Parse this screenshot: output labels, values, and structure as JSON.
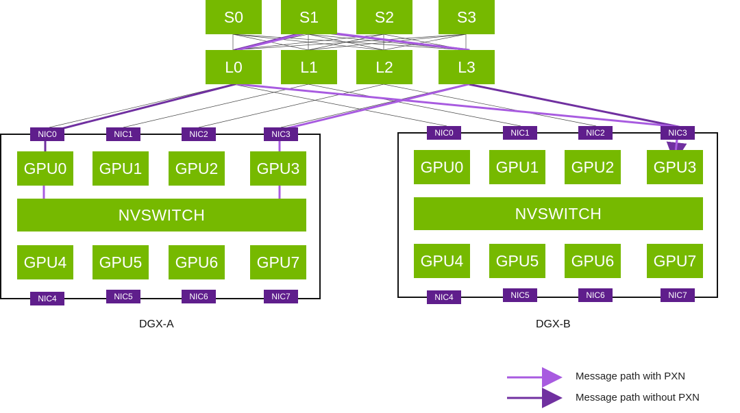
{
  "spines": [
    "S0",
    "S1",
    "S2",
    "S3"
  ],
  "leaves": [
    "L0",
    "L1",
    "L2",
    "L3"
  ],
  "dgx_a": {
    "label": "DGX-A",
    "nics_top": [
      "NIC0",
      "NIC1",
      "NIC2",
      "NIC3"
    ],
    "gpus_top": [
      "GPU0",
      "GPU1",
      "GPU2",
      "GPU3"
    ],
    "switch": "NVSWITCH",
    "gpus_bottom": [
      "GPU4",
      "GPU5",
      "GPU6",
      "GPU7"
    ],
    "nics_bottom": [
      "NIC4",
      "NIC5",
      "NIC6",
      "NIC7"
    ]
  },
  "dgx_b": {
    "label": "DGX-B",
    "nics_top": [
      "NIC0",
      "NIC1",
      "NIC2",
      "NIC3"
    ],
    "gpus_top": [
      "GPU0",
      "GPU1",
      "GPU2",
      "GPU3"
    ],
    "switch": "NVSWITCH",
    "gpus_bottom": [
      "GPU4",
      "GPU5",
      "GPU6",
      "GPU7"
    ],
    "nics_bottom": [
      "NIC4",
      "NIC5",
      "NIC6",
      "NIC7"
    ]
  },
  "legend": {
    "with_pxn": "Message path with PXN",
    "without_pxn": "Message path without PXN"
  },
  "colors": {
    "node_green": "#76b900",
    "nic_purple": "#5f1e8c",
    "path_with_pxn": "#a85be0",
    "path_without_pxn": "#7030a0"
  }
}
